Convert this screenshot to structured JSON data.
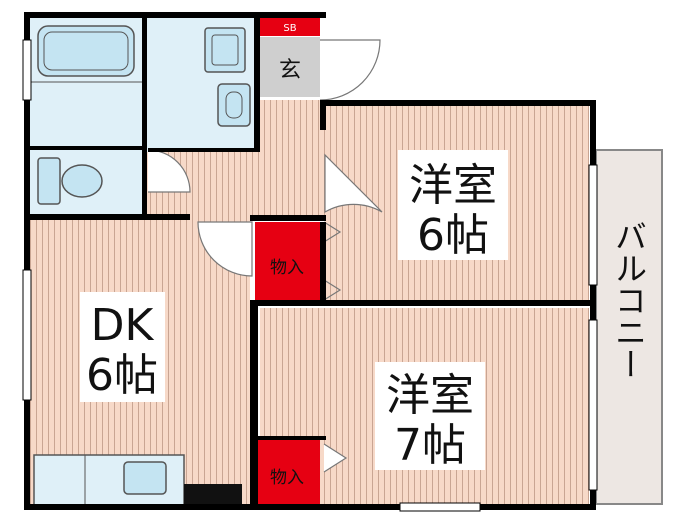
{
  "rooms": {
    "western_room_6": {
      "name": "洋室",
      "size": "6帖"
    },
    "western_room_7": {
      "name": "洋室",
      "size": "7帖"
    },
    "dining_kitchen": {
      "name": "DK",
      "size": "6帖"
    },
    "entrance": {
      "name": "玄"
    },
    "shoe_box": {
      "name": "SB"
    },
    "closet_upper": {
      "name": "物入"
    },
    "closet_lower": {
      "name": "物入"
    },
    "balcony": {
      "name": "バルコニー"
    }
  },
  "colors": {
    "wall": "#000000",
    "floor_wood_light": "#f7d9c8",
    "floor_wood_line": "#c9a593",
    "wet_area": "#dff0f8",
    "fixture_fill": "#c4e4f2",
    "closet_red": "#e60012",
    "entrance_gray": "#cfcfcf",
    "balcony_fill": "#ede7e3"
  }
}
